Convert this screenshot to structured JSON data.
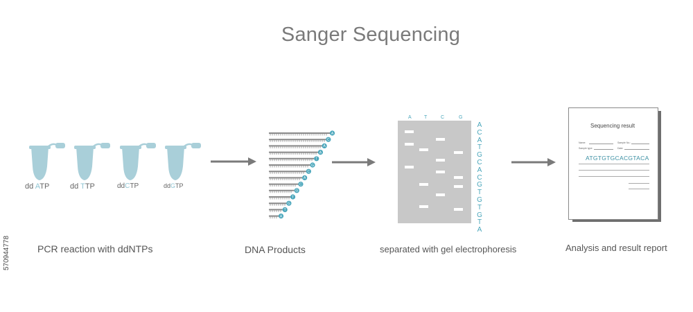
{
  "title": "Sanger Sequencing",
  "side_id": "570944778",
  "colors": {
    "tube": "#a9cfd9",
    "teal": "#4aa6bb",
    "arrow": "#7a7a7a",
    "gel": "#c8c8c8",
    "strand": "#8a8a8a"
  },
  "step1": {
    "caption": "PCR reaction with ddNTPs",
    "tubes": [
      {
        "prefix": "dd ",
        "nuc": "A",
        "suffix": "TP"
      },
      {
        "prefix": "dd ",
        "nuc": "T",
        "suffix": "TP"
      },
      {
        "prefix": "dd",
        "nuc": "C",
        "suffix": "TP"
      },
      {
        "prefix": "dd",
        "nuc": "G",
        "suffix": "TP"
      }
    ]
  },
  "step2": {
    "caption": "DNA Products",
    "terminators": [
      "A",
      "C",
      "A",
      "A",
      "T",
      "G",
      "C",
      "A",
      "C",
      "G",
      "T",
      "G",
      "T",
      "A"
    ]
  },
  "step3": {
    "caption": "separated with gel electrophoresis",
    "lanes": [
      "A",
      "T",
      "C",
      "G"
    ],
    "sequence": [
      "A",
      "C",
      "A",
      "T",
      "G",
      "C",
      "A",
      "C",
      "G",
      "T",
      "G",
      "T",
      "G",
      "T",
      "A"
    ]
  },
  "step4": {
    "caption": "Analysis and result report",
    "report_title": "Sequencing result",
    "field_name": "Name:",
    "field_sample_no": "Sample No.:",
    "field_sample_type": "Sample type:",
    "field_date": "Date:",
    "sequence": "ATGTGTGCACGTACA"
  }
}
